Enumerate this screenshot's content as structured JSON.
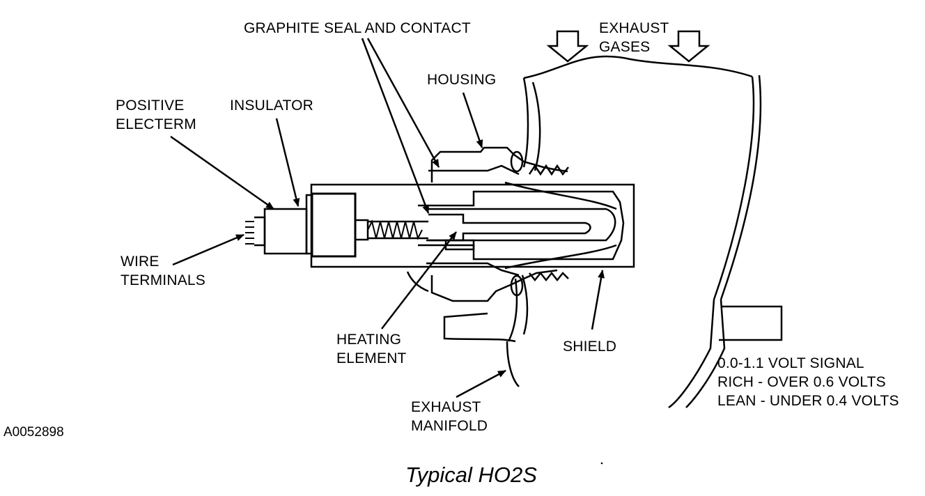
{
  "labels": {
    "graphite_seal": "GRAPHITE SEAL AND CONTACT",
    "exhaust_gases": [
      "EXHAUST",
      "GASES"
    ],
    "housing": "HOUSING",
    "positive_electerm": [
      "POSITIVE",
      "ELECTERM"
    ],
    "insulator": "INSULATOR",
    "wire_terminals": [
      "WIRE",
      "TERMINALS"
    ],
    "heating_element": [
      "HEATING",
      "ELEMENT"
    ],
    "shield": "SHIELD",
    "exhaust_manifold": [
      "EXHAUST",
      "MANIFOLD"
    ],
    "signal": [
      "0.0-1.1 VOLT SIGNAL",
      "RICH - OVER 0.6 VOLTS",
      "LEAN - UNDER 0.4 VOLTS"
    ]
  },
  "figure_code": "A0052898",
  "caption": "Typical HO2S"
}
